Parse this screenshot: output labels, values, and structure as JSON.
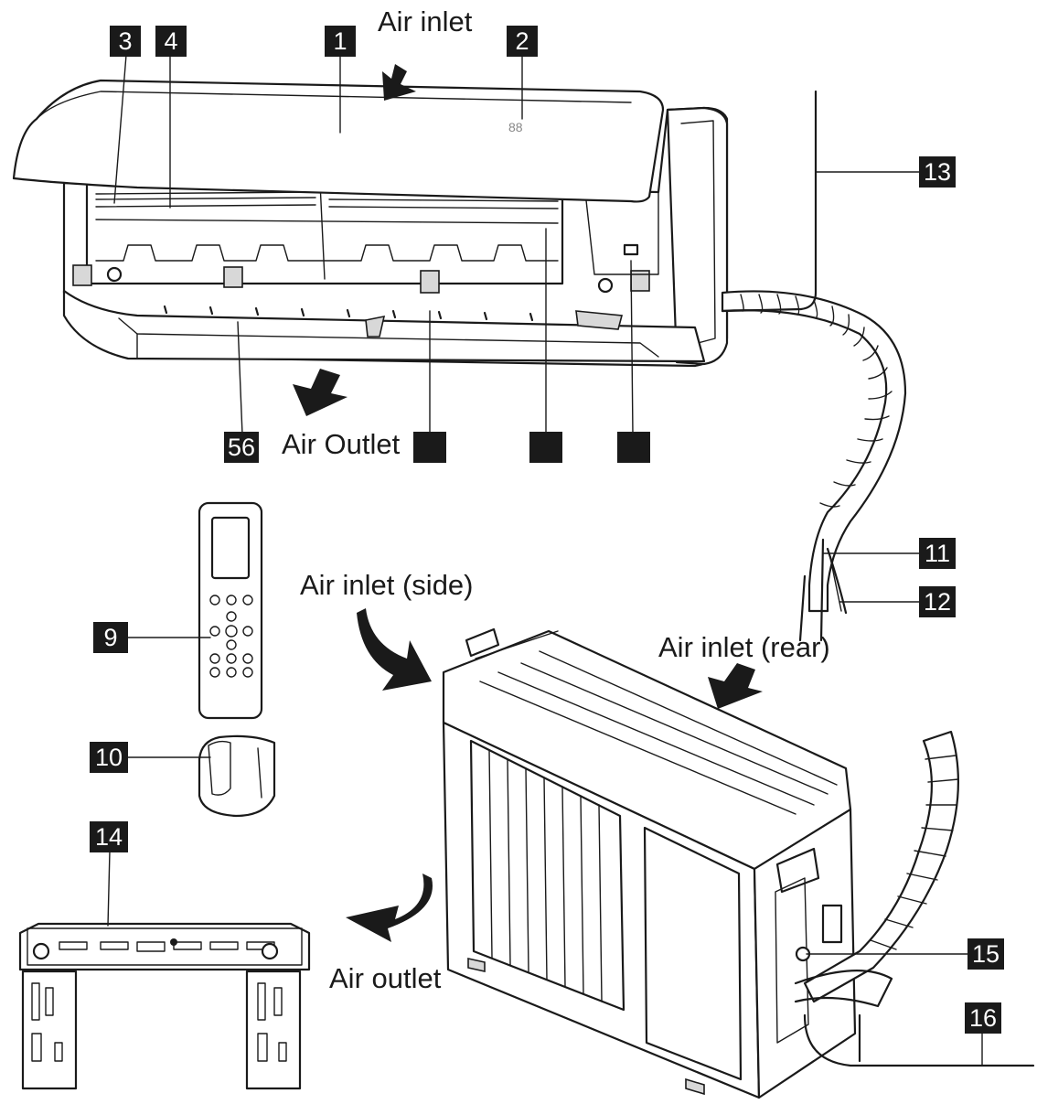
{
  "colors": {
    "ink": "#1a1a1a",
    "paper": "#ffffff",
    "badge_text": "#ffffff"
  },
  "labels": {
    "air_inlet_top": "Air inlet",
    "air_outlet_indoor": "Air Outlet",
    "air_inlet_side": "Air inlet (side)",
    "air_inlet_rear": "Air inlet (rear)",
    "air_outlet_outdoor": "Air outlet"
  },
  "badges": {
    "b1": "1",
    "b2": "2",
    "b3": "3",
    "b4": "4",
    "b56": "56",
    "b7": "",
    "b8": "",
    "b8b": "",
    "b9": "9",
    "b10": "10",
    "b11": "11",
    "b12": "12",
    "b13": "13",
    "b14": "14",
    "b15": "15",
    "b16": "16"
  },
  "display_glyph": "88"
}
